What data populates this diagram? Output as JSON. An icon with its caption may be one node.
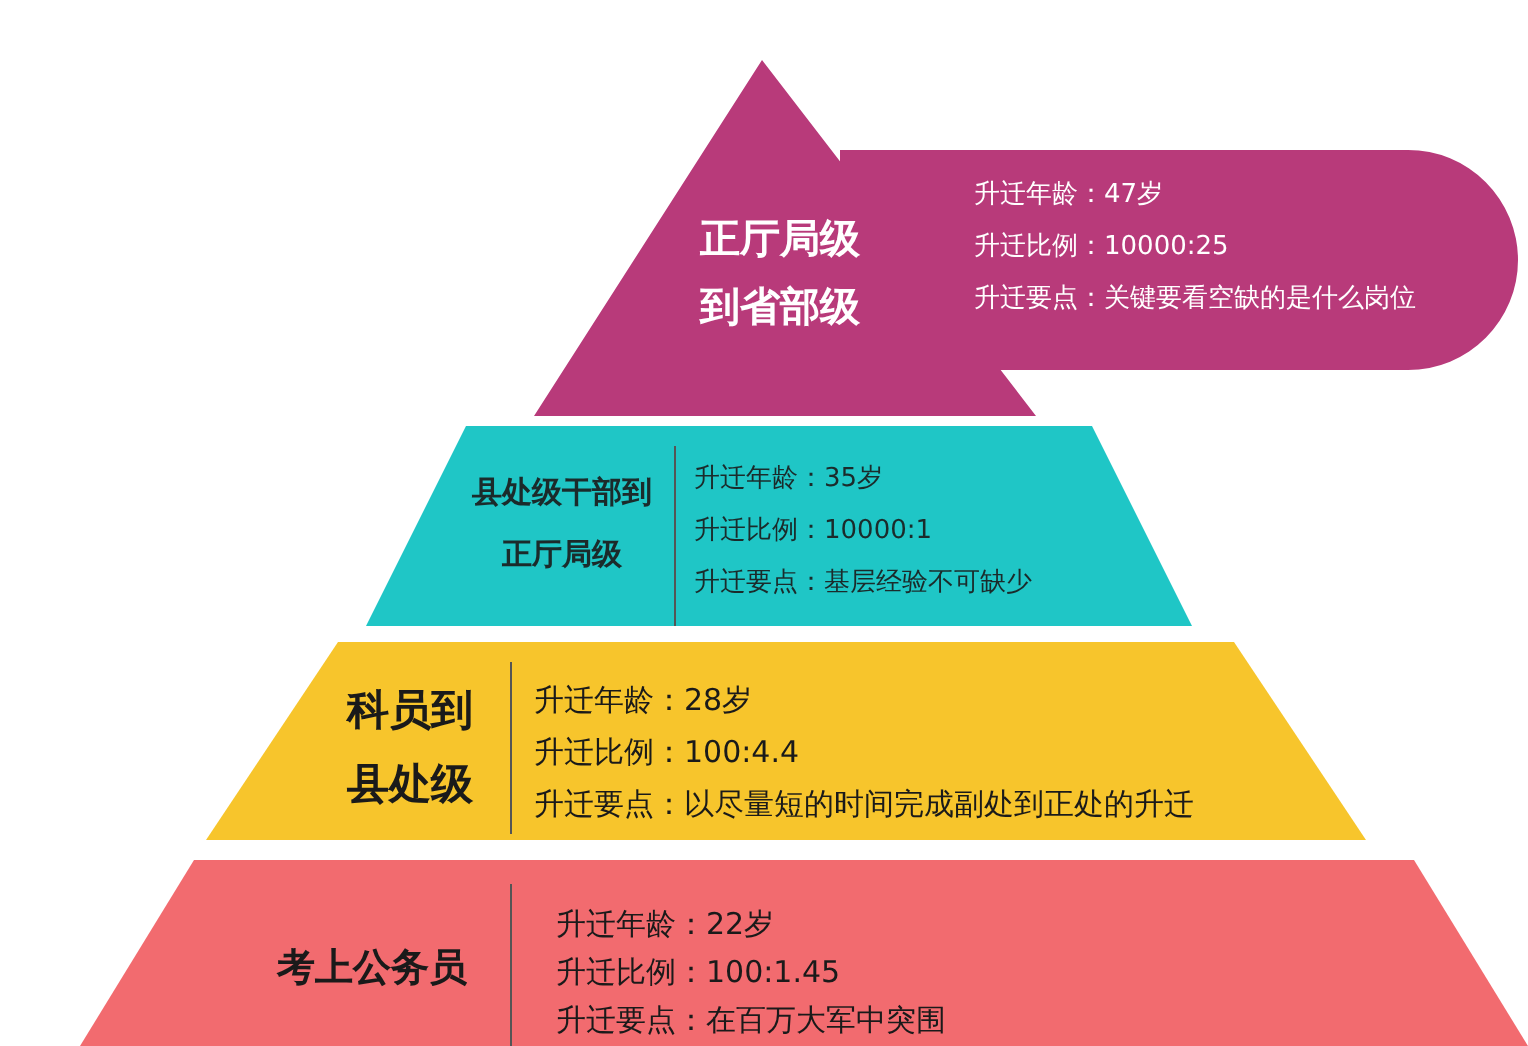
{
  "diagram": {
    "nodes": [
      {
        "text": [
          "正厅局级到省部级",
          "升迁年龄：47岁",
          "升迁比例：10000:25",
          "升迁要点：关键要看空缺的是什么岗位"
        ]
      },
      {
        "text": [
          "县处级干部到正厅局级",
          "升迁年龄：35岁",
          "升迁比例：10000:1",
          "升迁要点：基层经验不可缺少"
        ]
      },
      {
        "text": [
          "科员到县处级",
          "升迁年龄：28岁",
          "升迁比例：100:4.4",
          "升迁要点：以尽量短的时间完成副处到正处的升迁"
        ]
      },
      {
        "text": [
          "考上公务员",
          "升迁年龄：22岁",
          "升迁比例：100:1.45",
          "升迁要点：在百万大军中突围"
        ]
      }
    ]
  }
}
